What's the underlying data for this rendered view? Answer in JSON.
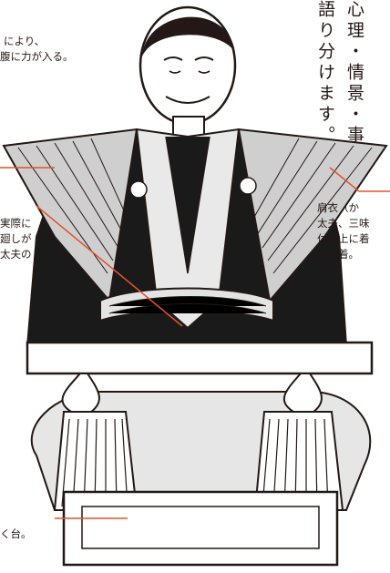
{
  "vertical_text": {
    "col1": "語り分けます。",
    "col2": "心理・情景・事"
  },
  "captions": {
    "top_left": [
      "により、",
      "腹に力が入る。"
    ],
    "mid_left": [
      "実際に",
      "廻しが",
      "太夫の"
    ],
    "right": [
      "肩衣（か",
      "太夫、三味",
      "付の上に着",
      "の胴着。"
    ],
    "bottom": "く台。"
  },
  "colors": {
    "leader_line": "#e0542a",
    "ink": "#231815",
    "kimono_black": "#1a1a1a",
    "kataginu_gray": "#cfcfcf"
  }
}
